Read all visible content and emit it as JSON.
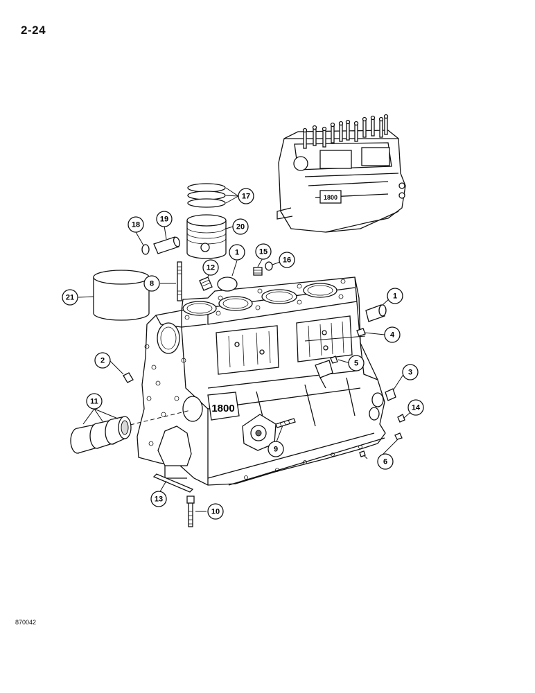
{
  "page": {
    "number": "2-24",
    "figure_code": "870042"
  },
  "engine_cast_label": "1800",
  "callouts": [
    {
      "id": "c1a",
      "label": "1"
    },
    {
      "id": "c1b",
      "label": "1"
    },
    {
      "id": "c2",
      "label": "2"
    },
    {
      "id": "c3",
      "label": "3"
    },
    {
      "id": "c4",
      "label": "4"
    },
    {
      "id": "c5",
      "label": "5"
    },
    {
      "id": "c6",
      "label": "6"
    },
    {
      "id": "c8",
      "label": "8"
    },
    {
      "id": "c9",
      "label": "9"
    },
    {
      "id": "c10",
      "label": "10"
    },
    {
      "id": "c11",
      "label": "11"
    },
    {
      "id": "c12",
      "label": "12"
    },
    {
      "id": "c13",
      "label": "13"
    },
    {
      "id": "c14",
      "label": "14"
    },
    {
      "id": "c15",
      "label": "15"
    },
    {
      "id": "c16",
      "label": "16"
    },
    {
      "id": "c17",
      "label": "17"
    },
    {
      "id": "c18",
      "label": "18"
    },
    {
      "id": "c19",
      "label": "19"
    },
    {
      "id": "c20",
      "label": "20"
    },
    {
      "id": "c21",
      "label": "21"
    }
  ]
}
